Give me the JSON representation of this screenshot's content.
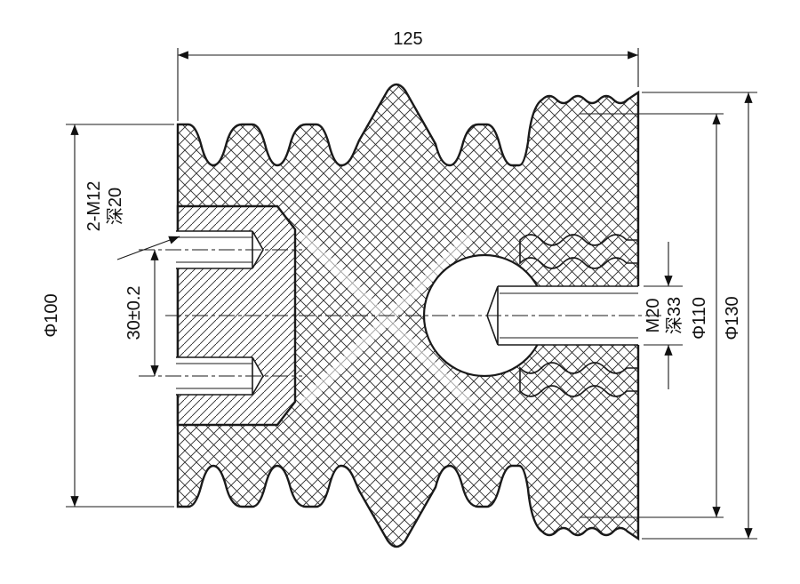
{
  "dimensions": {
    "overall_length": "125",
    "left_body_diameter": "Φ100",
    "shed_diameter": "Φ110",
    "flange_diameter": "Φ130",
    "hole_spacing": "30±0.2"
  },
  "labels": {
    "left_thread_spec": "2-M12",
    "left_thread_depth": "深20",
    "right_thread_spec": "M20",
    "right_thread_depth": "深33"
  }
}
